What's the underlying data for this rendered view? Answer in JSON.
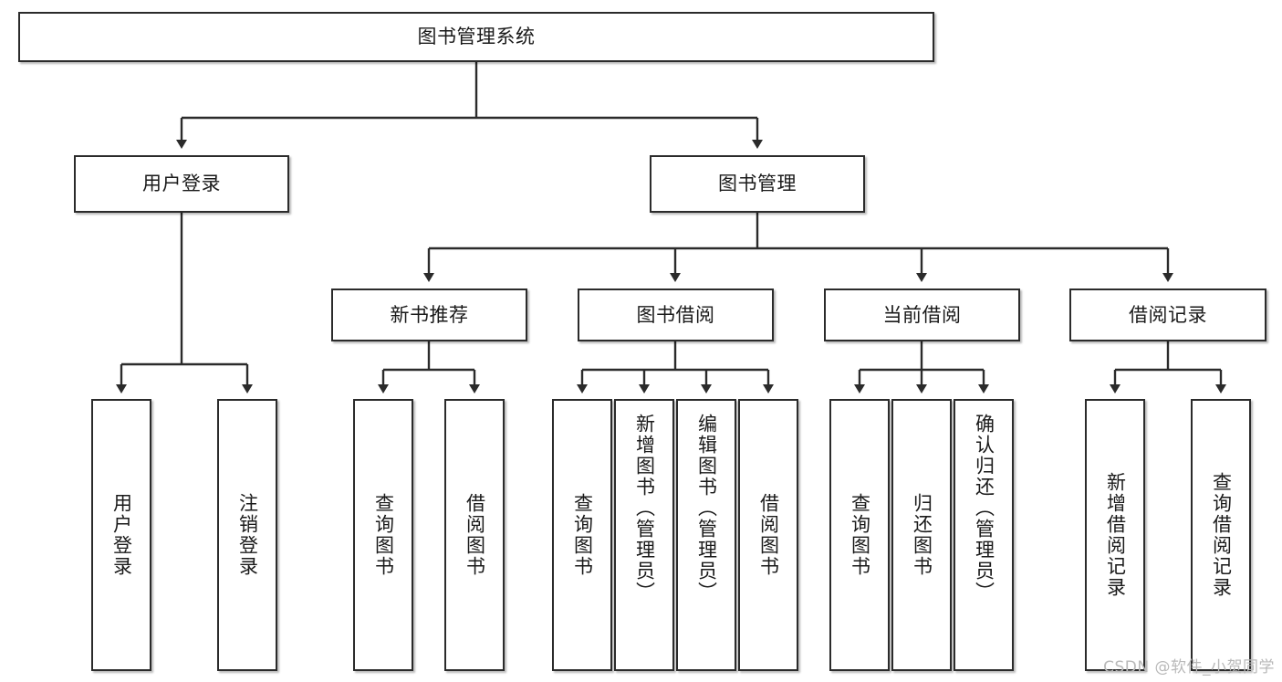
{
  "diagram": {
    "type": "tree-hierarchy-chart",
    "title": "图书管理系统",
    "watermark": "CSDN @软件_小贺同学",
    "colors": {
      "node_border": "#2b2b2b",
      "node_fill": "#ffffff",
      "edge": "#2b2b2b",
      "text": "#1a1a1a",
      "watermark": "#b9b9b9",
      "background": "#ffffff"
    },
    "nodes": {
      "root": {
        "label": "图书管理系统"
      },
      "level1": [
        {
          "id": "user-login",
          "label": "用户登录"
        },
        {
          "id": "book-manage",
          "label": "图书管理"
        }
      ],
      "level2": [
        {
          "id": "new-book-recommend",
          "label": "新书推荐"
        },
        {
          "id": "book-borrow",
          "label": "图书借阅"
        },
        {
          "id": "current-borrow",
          "label": "当前借阅"
        },
        {
          "id": "borrow-record",
          "label": "借阅记录"
        }
      ],
      "leaves": {
        "user-login": [
          {
            "id": "leaf-user-login",
            "label": "用户登录"
          },
          {
            "id": "leaf-logout-login",
            "label": "注销登录"
          }
        ],
        "new-book-recommend": [
          {
            "id": "leaf-query-book-1",
            "label": "查询图书"
          },
          {
            "id": "leaf-borrow-book-1",
            "label": "借阅图书"
          }
        ],
        "book-borrow": [
          {
            "id": "leaf-query-book-2",
            "label": "查询图书"
          },
          {
            "id": "leaf-add-book-admin",
            "label": "新增图书（管理员）"
          },
          {
            "id": "leaf-edit-book-admin",
            "label": "编辑图书（管理员）"
          },
          {
            "id": "leaf-borrow-book-2",
            "label": "借阅图书"
          }
        ],
        "current-borrow": [
          {
            "id": "leaf-query-book-3",
            "label": "查询图书"
          },
          {
            "id": "leaf-return-book",
            "label": "归还图书"
          },
          {
            "id": "leaf-confirm-return-admin",
            "label": "确认归还（管理员）"
          }
        ],
        "borrow-record": [
          {
            "id": "leaf-add-borrow-record",
            "label": "新增借阅记录"
          },
          {
            "id": "leaf-query-borrow-record",
            "label": "查询借阅记录"
          }
        ]
      }
    }
  }
}
